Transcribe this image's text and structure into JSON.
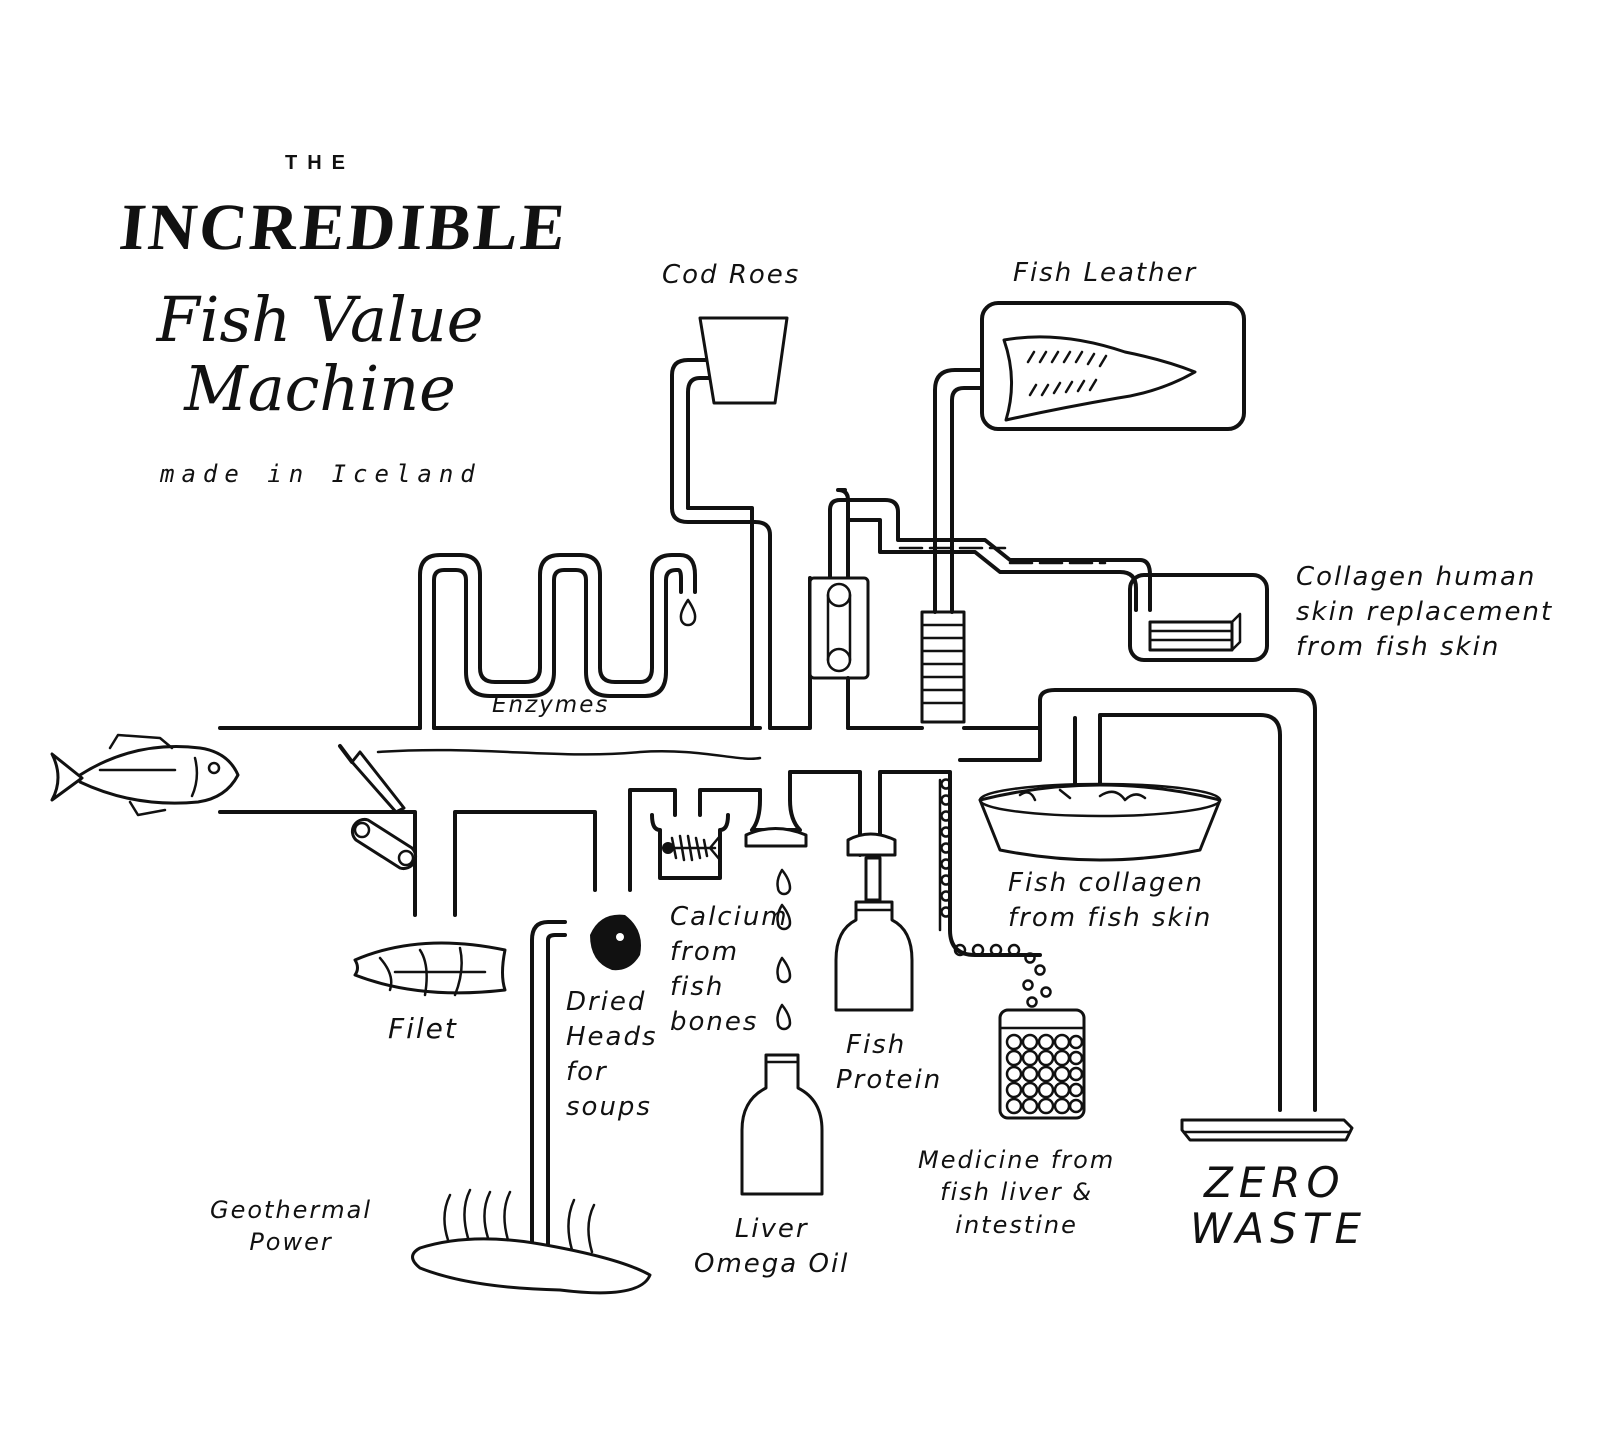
{
  "title": {
    "the": "THE",
    "incredible": "INCREDIBLE",
    "line1": "Fish Value",
    "line2": "Machine",
    "subtitle": "made in Iceland"
  },
  "labels": {
    "cod_roes": "Cod Roes",
    "fish_leather": "Fish Leather",
    "collagen_skin": [
      "Collagen human",
      "skin replacement",
      "from fish skin"
    ],
    "enzymes": "Enzymes",
    "fish_collagen": [
      "Fish collagen",
      "from fish skin"
    ],
    "calcium": [
      "Calcium",
      "from",
      "fish",
      "bones"
    ],
    "dried_heads": [
      "Dried",
      "Heads",
      "for",
      "soups"
    ],
    "filet": "Filet",
    "fish_protein": [
      "Fish",
      "Protein"
    ],
    "medicine": [
      "Medicine from",
      "fish liver &",
      "intestine"
    ],
    "zero_waste": [
      "ZERO",
      "WASTE"
    ],
    "geothermal": [
      "Geothermal",
      "Power"
    ],
    "liver_oil": [
      "Liver",
      "Omega Oil"
    ]
  },
  "colors": {
    "ink": "#111111",
    "paper": "#ffffff"
  },
  "icons": [
    "fish-icon",
    "knife-icon",
    "conveyor-icon",
    "filet-icon",
    "fish-head-icon",
    "fish-skeleton-icon",
    "cup-icon",
    "flask-icon",
    "bottle-icon",
    "jar-icon",
    "leather-icon",
    "skin-stack-icon",
    "bowl-icon",
    "tray-icon",
    "geothermal-pool-icon"
  ]
}
